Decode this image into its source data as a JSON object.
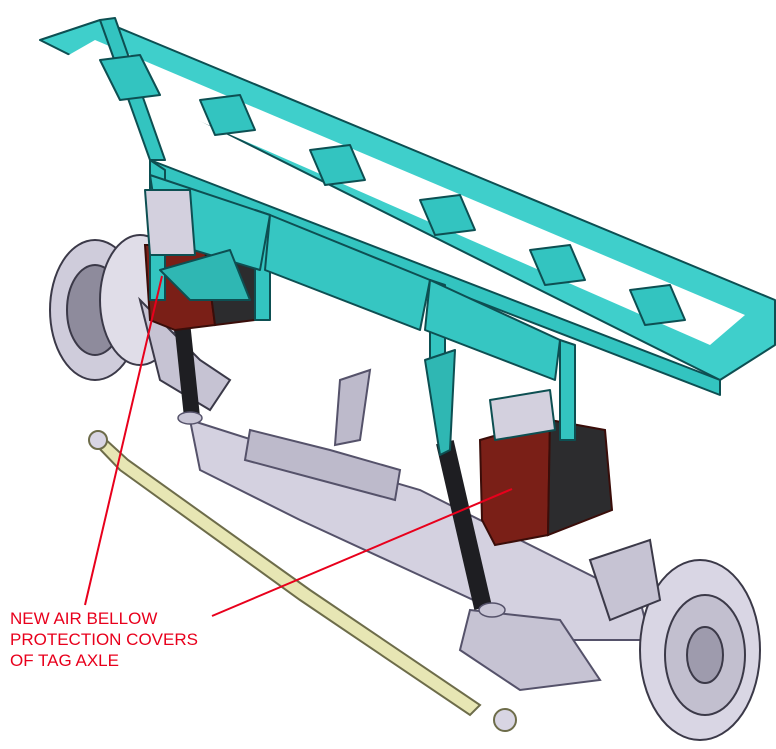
{
  "annotation": {
    "lines": [
      "NEW AIR BELLOW",
      "PROTECTION COVERS",
      "OF TAG AXLE"
    ],
    "color": "#e8001c"
  },
  "colors": {
    "frame": "#33c4c0",
    "frame_edge": "#0d4f52",
    "axle_body": "#c9c6d6",
    "axle_edge": "#55526a",
    "bellow_cover": "#7a1f17",
    "damper": "#1e1e22",
    "tie_rod": "#e7e6b4"
  }
}
